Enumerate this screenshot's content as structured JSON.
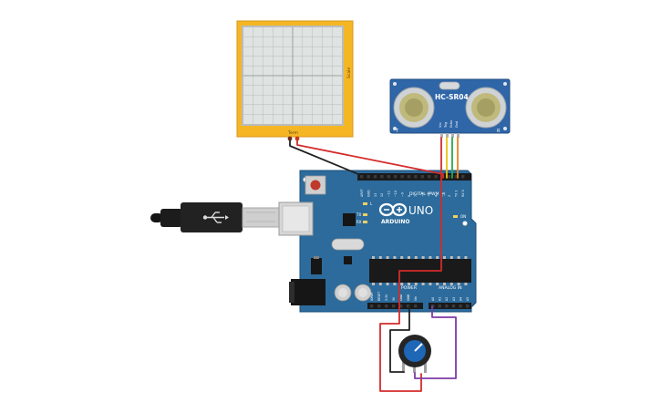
{
  "circuit": {
    "oscilloscope": {
      "scale_label": "Scale",
      "terminal_label": "Term"
    },
    "sensor": {
      "model": "HC-SR04",
      "pins": [
        "Vcc",
        "Trig",
        "Echo",
        "Gnd"
      ],
      "left_mark": "T",
      "right_mark": "R"
    },
    "arduino": {
      "brand": "ARDUINO",
      "model": "UNO",
      "digital_header": "DIGITAL (PWM ~)",
      "power_header": "POWER",
      "analog_header": "ANALOG IN",
      "led_l": "L",
      "led_tx": "TX",
      "led_rx": "RX",
      "led_on": "ON",
      "top_pins": [
        "AREF",
        "GND",
        "13",
        "12",
        "~11",
        "~10",
        "~9",
        "8",
        "7",
        "~6",
        "~5",
        "4",
        "~3",
        "2",
        "TX 1",
        "RX 0"
      ],
      "power_pins": [
        "IOREF",
        "RESET",
        "3.3V",
        "5V",
        "GND",
        "GND",
        "Vin"
      ],
      "analog_pins": [
        "A0",
        "A1",
        "A2",
        "A3",
        "A4",
        "A5"
      ]
    },
    "colors": {
      "board": "#2c6b9c",
      "board_dark": "#1d4f78",
      "scope_frame": "#f5b623",
      "wire_red": "#d42b2b",
      "wire_black": "#222222",
      "wire_yellow": "#e8c40d",
      "wire_green": "#2aa84a",
      "wire_orange": "#e8851d",
      "wire_purple": "#7e3aa6"
    }
  }
}
